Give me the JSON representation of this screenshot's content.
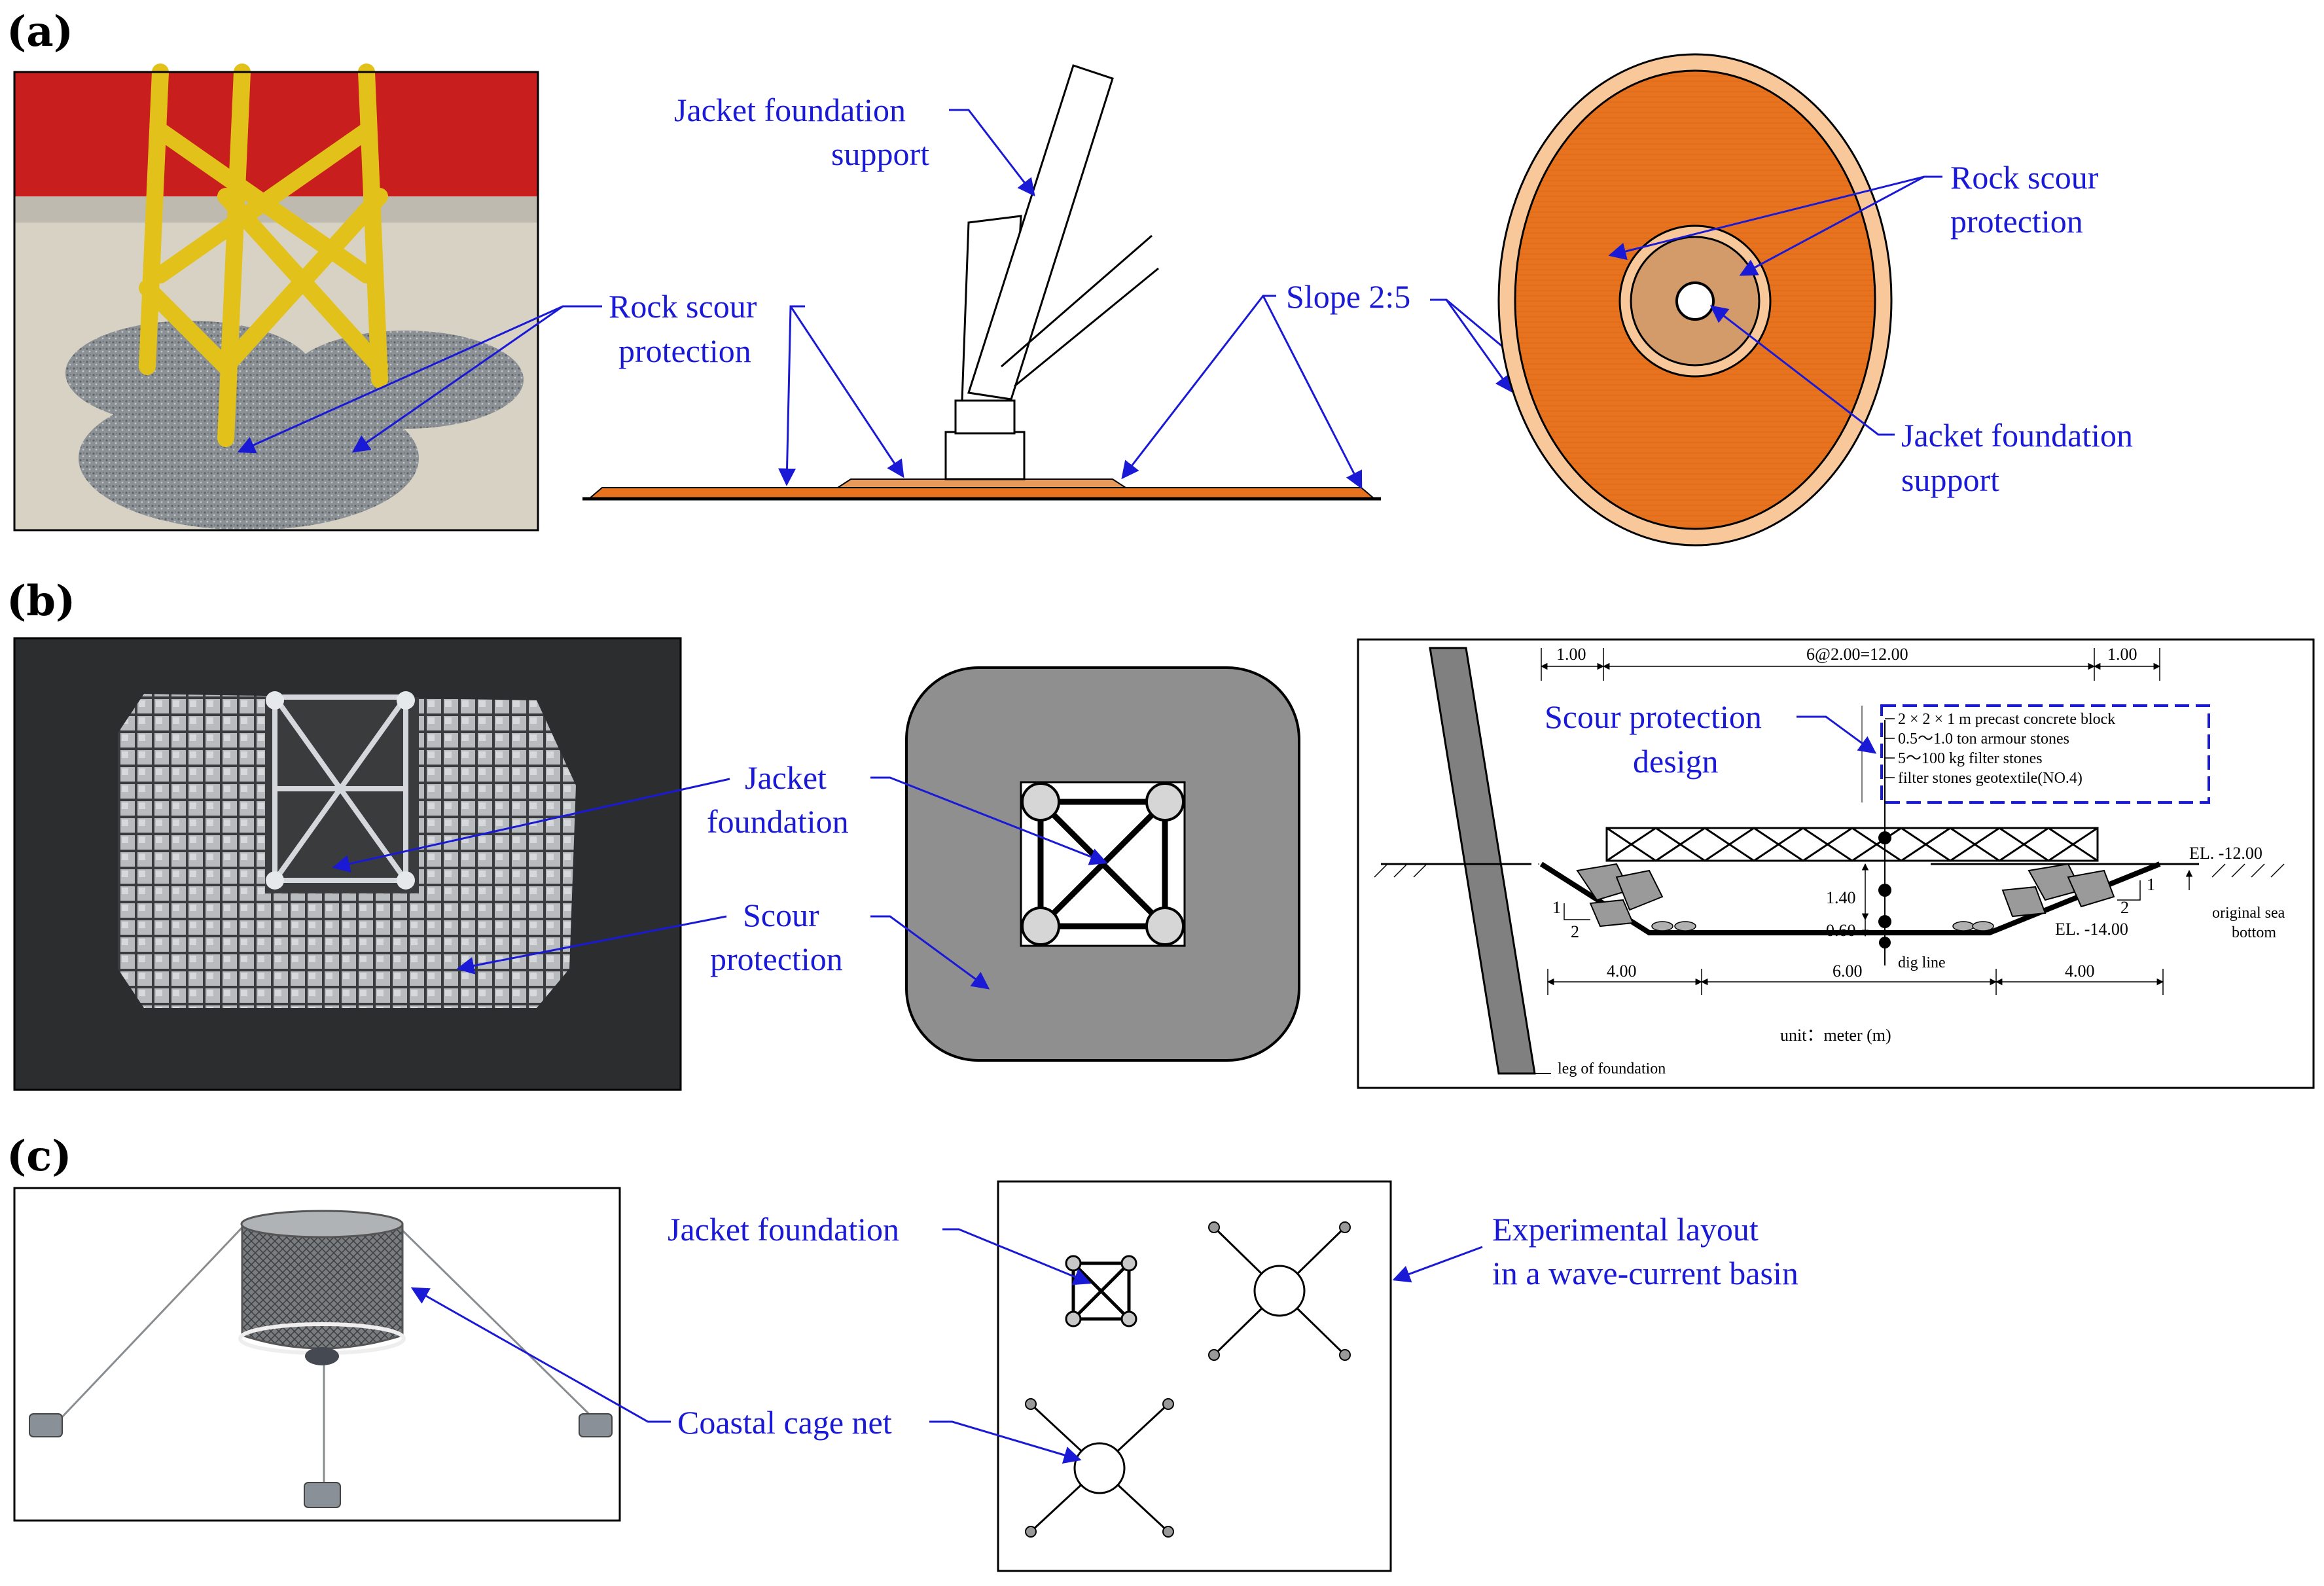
{
  "panels": {
    "a": {
      "label": "(a)"
    },
    "b": {
      "label": "(b)"
    },
    "c": {
      "label": "(c)"
    }
  },
  "labels": {
    "a_rock_scour_1": "Rock scour",
    "a_rock_scour_2": "protection",
    "a_jacket_support_1": "Jacket foundation",
    "a_jacket_support_2": "support",
    "a_slope": "Slope 2:5",
    "a_plan_rock_1": "Rock scour",
    "a_plan_rock_2": "protection",
    "a_plan_jacket_1": "Jacket foundation",
    "a_plan_jacket_2": "support",
    "b_jacket_1": "Jacket",
    "b_jacket_2": "foundation",
    "b_scour_1": "Scour",
    "b_scour_2": "protection",
    "b_design_1": "Scour protection",
    "b_design_2": "design",
    "c_jacket": "Jacket foundation",
    "c_layout_1": "Experimental layout",
    "c_layout_2": "in a wave-current basin",
    "c_cage": "Coastal cage net"
  },
  "section": {
    "dim_left": "1.00",
    "dim_mid": "6@2.00=12.00",
    "dim_right": "1.00",
    "legend": [
      "2 × 2 × 1 m precast concrete block",
      "0.5～1.0 ton armour stones",
      "5～100 kg filter stones",
      "filter stones geotextile(NO.4)"
    ],
    "el_top": "EL. -12.00",
    "el_bottom": "EL. -14.00",
    "original_1": "original sea",
    "original_2": "bottom",
    "h1": "1.40",
    "h2": "0.60",
    "dig_line": "dig line",
    "slope_1": "1",
    "slope_2": "2",
    "bottom_left": "4.00",
    "bottom_mid": "6.00",
    "bottom_right": "4.00",
    "unit": "unit：meter (m)",
    "leg": "leg of foundation"
  },
  "colors": {
    "callout": "#1a1ad6",
    "rock_orange": "#e8731e",
    "rock_light": "#f8c89a",
    "gravel": "#8a8f94",
    "jacket_yellow": "#e2c21a",
    "backdrop_red": "#c81e1e"
  }
}
